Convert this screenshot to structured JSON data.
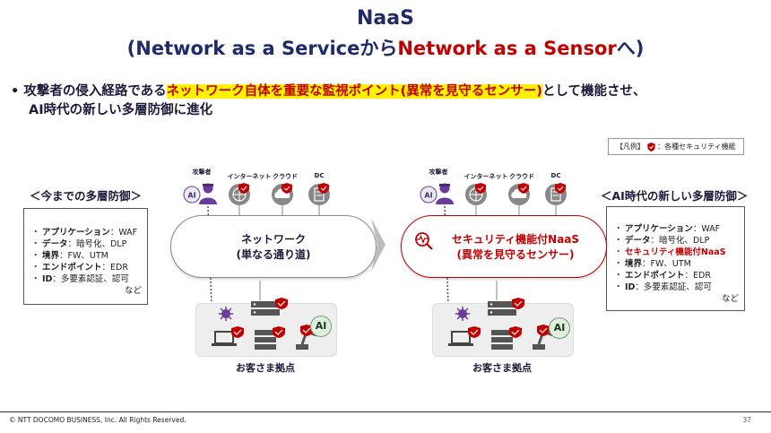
{
  "title": {
    "line1": "NaaS",
    "line2_open": "(",
    "line2_part1": "Network as a Serviceから",
    "line2_part2": "Network as a Sensor",
    "line2_part3": "へ)"
  },
  "bullet": {
    "prefix": "• 攻撃者の侵入経路である",
    "highlight": "ネットワーク自体を重要な監視ポイント(異常を見守るセンサー)",
    "suffix": "として機能させ、",
    "line2": "AI時代の新しい多層防御に進化"
  },
  "legend": {
    "prefix": "【凡例】",
    "text": "：各種セキュリティ機能"
  },
  "left": {
    "section_title": "＜今までの多層防御＞",
    "items": [
      {
        "name": "アプリケーション",
        "value": "：WAF"
      },
      {
        "name": "データ",
        "value": "：暗号化、DLP"
      },
      {
        "name": "境界",
        "value": "：FW、UTM"
      },
      {
        "name": "エンドポイント",
        "value": "：EDR"
      },
      {
        "name": "ID",
        "value": "：多要素認証、認可"
      }
    ],
    "nado": "など",
    "attacker": "攻撃者",
    "internet": "インターネット",
    "cloud": "クラウド",
    "dc": "DC",
    "network_line1": "ネットワーク",
    "network_line2": "(単なる通り道)",
    "site": "お客さま拠点",
    "ai": "AI"
  },
  "right": {
    "section_title": "＜AI時代の新しい多層防御＞",
    "items": [
      {
        "name": "アプリケーション",
        "value": "：WAF",
        "red": false
      },
      {
        "name": "データ",
        "value": "：暗号化、DLP",
        "red": false
      },
      {
        "name": "セキュリティ機能付NaaS",
        "value": "",
        "red": true
      },
      {
        "name": "境界",
        "value": "：FW、UTM",
        "red": false
      },
      {
        "name": "エンドポイント",
        "value": "：EDR",
        "red": false
      },
      {
        "name": "ID",
        "value": "：多要素認証、認可",
        "red": false
      }
    ],
    "nado": "など",
    "attacker": "攻撃者",
    "internet": "インターネット",
    "cloud": "クラウド",
    "dc": "DC",
    "network_line1": "セキュリティ機能付NaaS",
    "network_line2": "(異常を見守るセンサー)",
    "site": "お客さま拠点",
    "ai": "AI"
  },
  "footer": {
    "copyright": "© NTT DOCOMO BUSINESS, Inc. All Rights Reserved.",
    "page": "37"
  },
  "colors": {
    "title_navy": "#1f2a68",
    "accent_red": "#c00000",
    "highlight_yellow": "#fff200",
    "attacker_purple": "#6a3d9a"
  }
}
